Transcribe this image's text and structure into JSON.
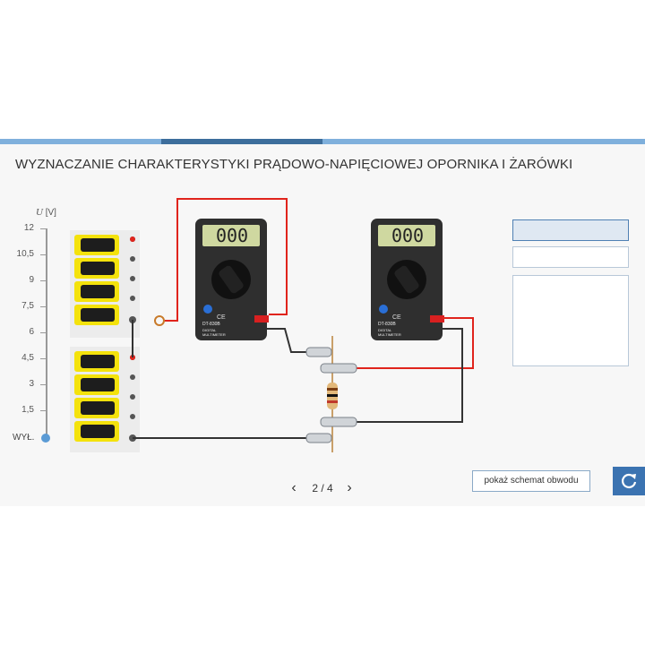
{
  "title": "WYZNACZANIE CHARAKTERYSTYKI PRĄDOWO-NAPIĘCIOWEJ OPORNIKA I ŻARÓWKI",
  "progress": {
    "step": 2,
    "total": 4
  },
  "scale": {
    "axis_var": "U",
    "axis_unit": "[V]",
    "ticks": [
      "12",
      "10,5",
      "9",
      "7,5",
      "6",
      "4,5",
      "3",
      "1,5"
    ],
    "off_label": "WYŁ."
  },
  "multimeters": [
    {
      "display": "000",
      "model": "DT-830B",
      "label": "DIGITAL MULTIMETER",
      "ce": "CE"
    },
    {
      "display": "000",
      "model": "DT-830B",
      "label": "DIGITAL MULTIMETER",
      "ce": "CE"
    }
  ],
  "pager": {
    "prev": "‹",
    "indicator": "2 / 4",
    "next": "›"
  },
  "schema_button": "pokaż schemat obwodu",
  "colors": {
    "accent": "#3b73b1",
    "wire_red": "#e0241c",
    "wire_black": "#333333",
    "battery": "#f4e20c"
  }
}
